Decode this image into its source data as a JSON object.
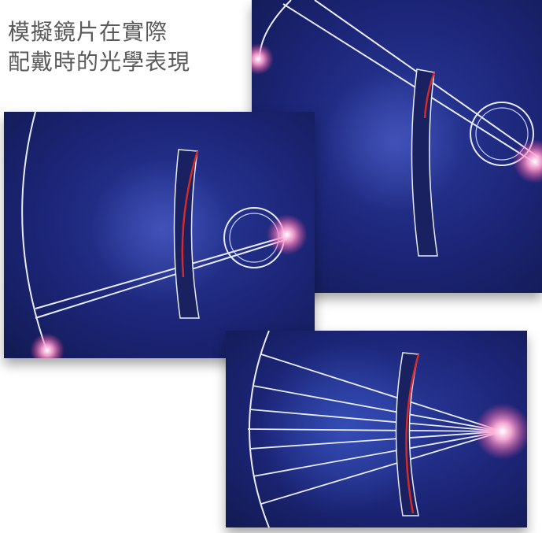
{
  "caption": {
    "line1": "模擬鏡片在實際",
    "line2": "配戴時的光學表現"
  },
  "colors": {
    "background": "#ffffff",
    "caption_text": "#5a5a5a",
    "panel_blue": "#1c2577",
    "ray_white": "#e8ecff",
    "lens_red": "#d22a2a",
    "flare_pink": "#ff7fb0"
  },
  "figures": [
    {
      "name": "panel-top-right",
      "depicts": "ray through lens into eye"
    },
    {
      "name": "panel-left",
      "depicts": "ray through lens into eye"
    },
    {
      "name": "panel-bottom",
      "depicts": "fan of rays converging to point"
    }
  ]
}
